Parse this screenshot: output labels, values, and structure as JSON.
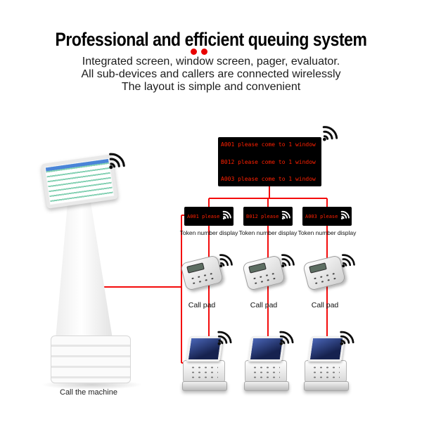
{
  "header": {
    "title": "Professional and efficient queuing system",
    "subtitle_lines": [
      "Integrated screen, window screen, pager, evaluator.",
      "All sub-devices and callers are connected wirelessly",
      "The layout is simple and convenient"
    ]
  },
  "colors": {
    "connector_red": "#f40b0b",
    "led_red": "#ff2000",
    "display_black": "#000000",
    "accent_dot_red": "#e80000"
  },
  "main_display": {
    "lines": [
      "A001 please come to 1 window",
      "B012 please come to 1 window",
      "A003 please come to 1 window"
    ]
  },
  "token_displays": [
    {
      "text": "A001 please",
      "label": "Token number display"
    },
    {
      "text": "B012 please",
      "label": "Token number display"
    },
    {
      "text": "A003 please",
      "label": "Token number display"
    }
  ],
  "call_pads": [
    {
      "label": "Call pad"
    },
    {
      "label": "Call pad"
    },
    {
      "label": "Call pad"
    }
  ],
  "kiosk": {
    "label": "Call the machine"
  }
}
